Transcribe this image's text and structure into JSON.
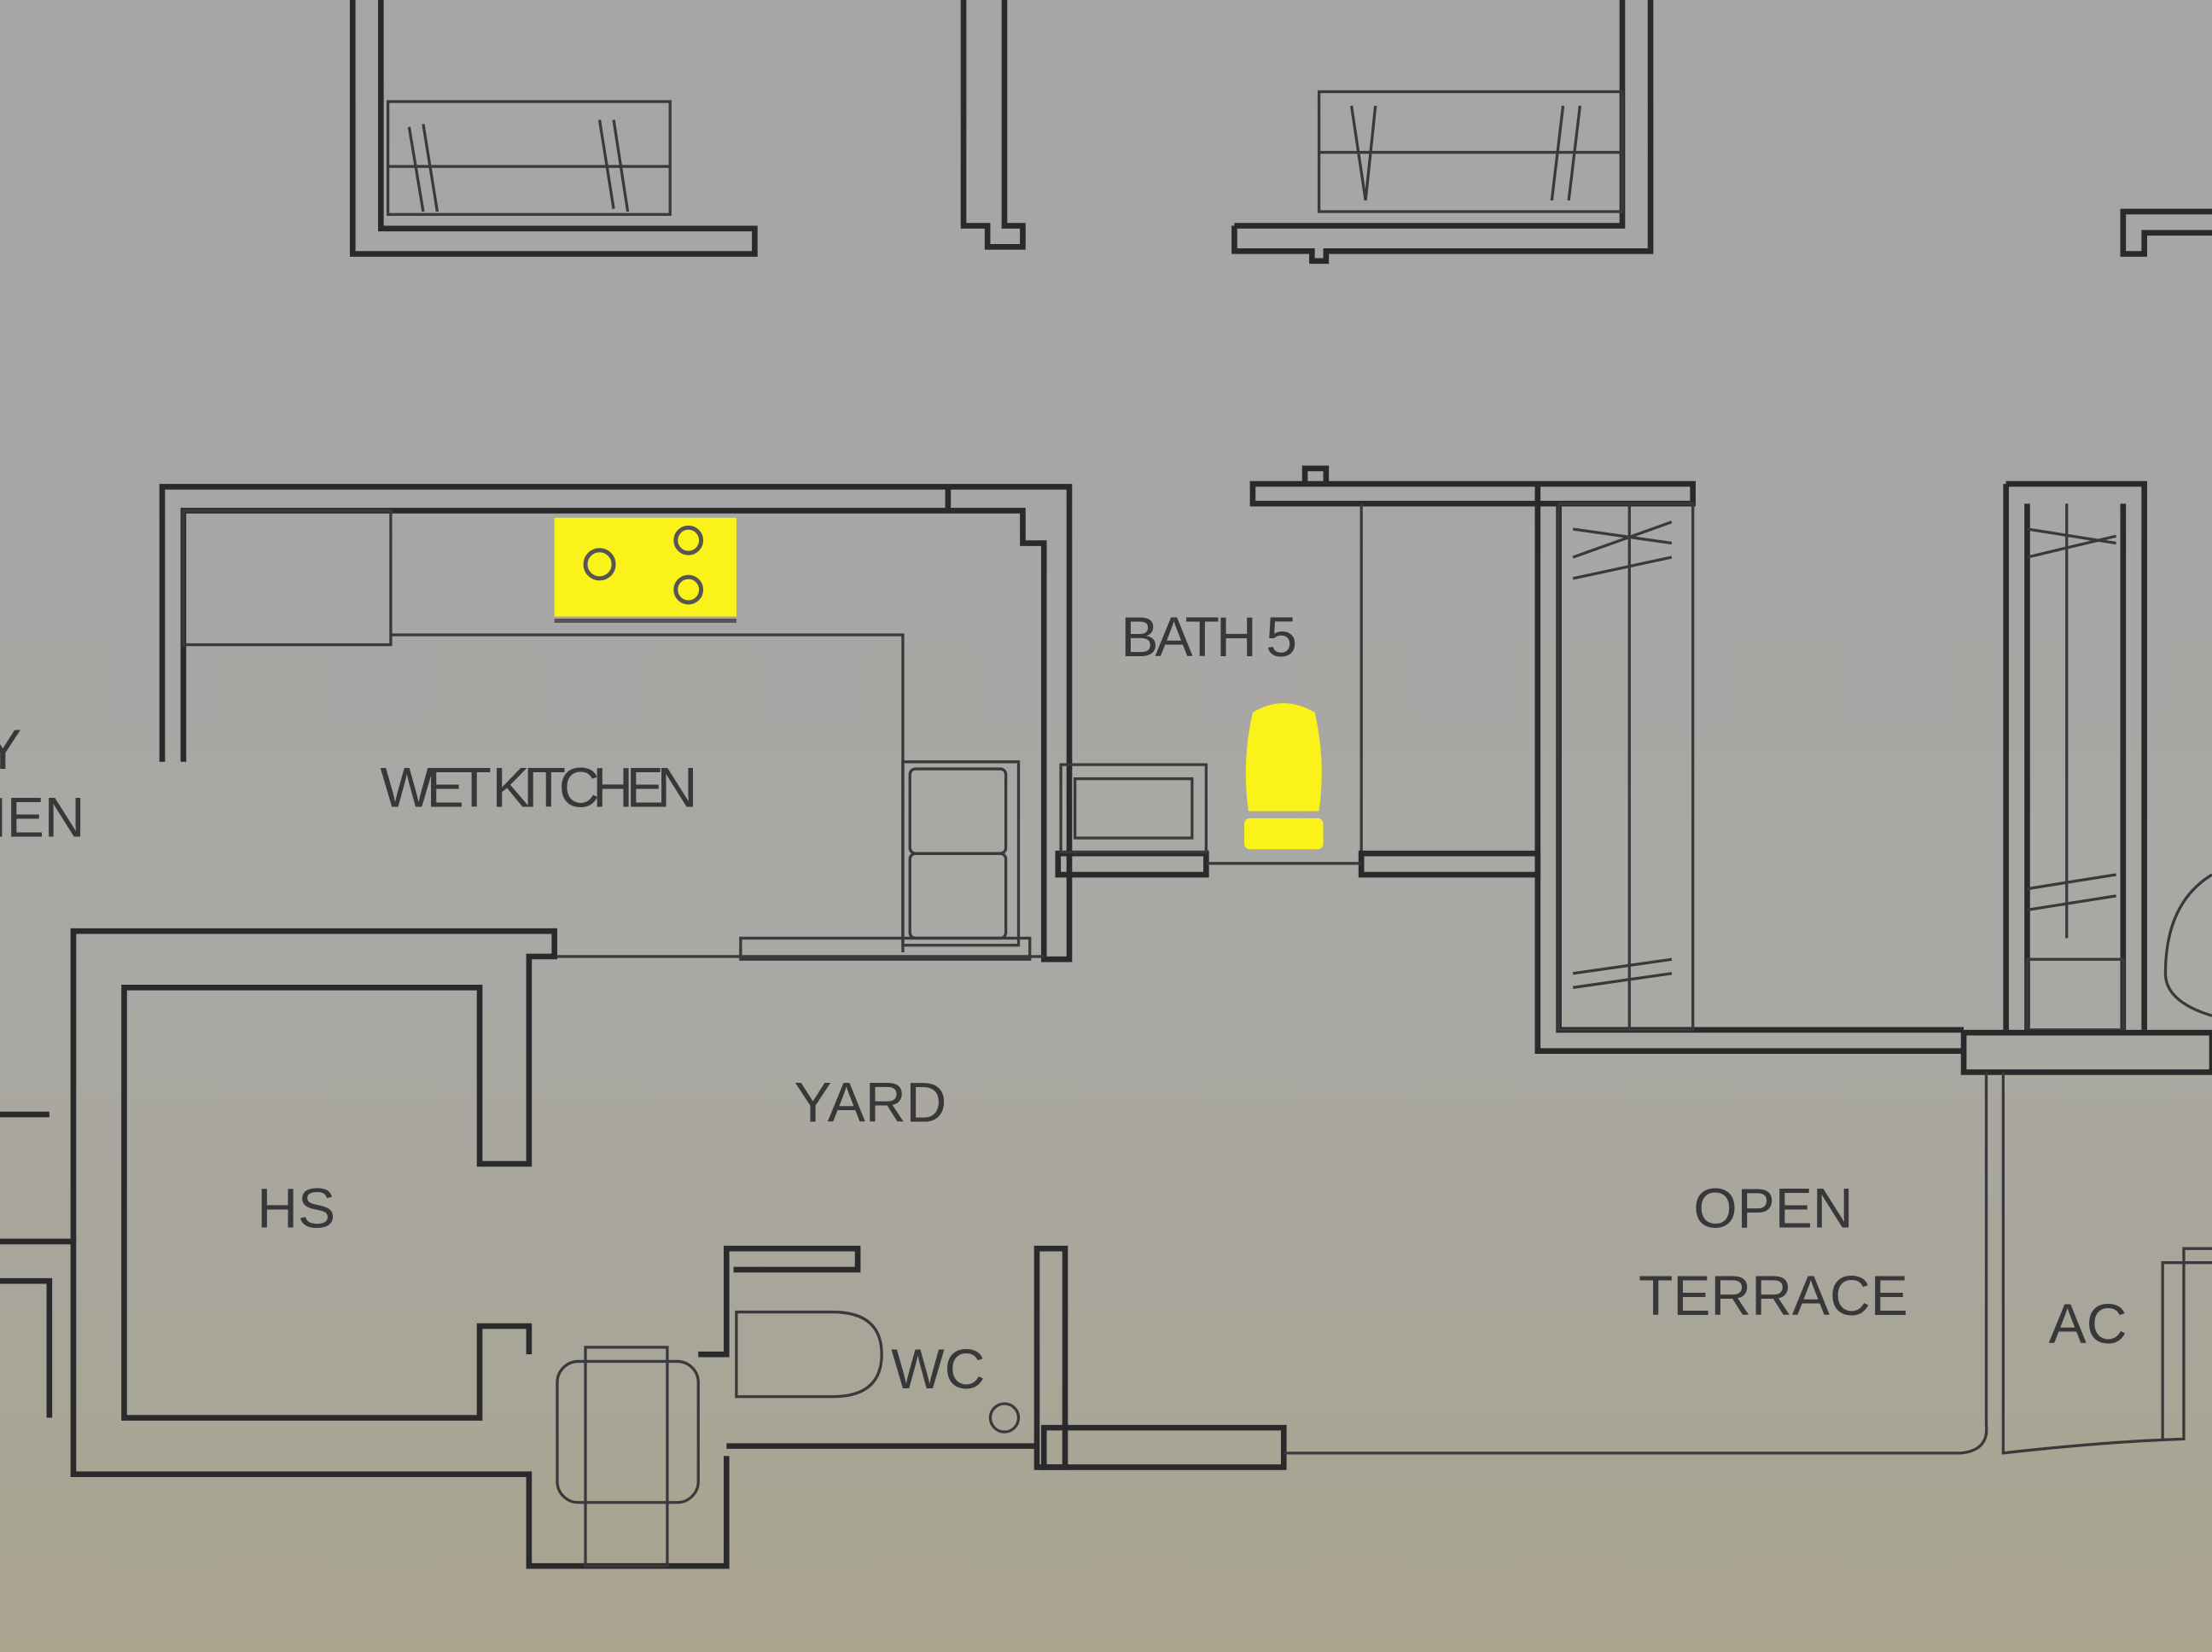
{
  "plan": {
    "rooms": {
      "wet_kitchen": "WET KITCHEN",
      "bath5": "BATH 5",
      "yard": "YARD",
      "hs": "HS",
      "wc": "WC",
      "open_terrace_line1": "OPEN",
      "open_terrace_line2": "TERRACE",
      "ac": "AC",
      "partial_left_line1": "Y",
      "partial_left_line2": "HEN"
    },
    "colors": {
      "paper": "#a9a8a6",
      "line": "#2a2a2c",
      "highlight": "#fbf21a"
    },
    "highlighted_fixtures": [
      "stove",
      "toilet"
    ]
  }
}
